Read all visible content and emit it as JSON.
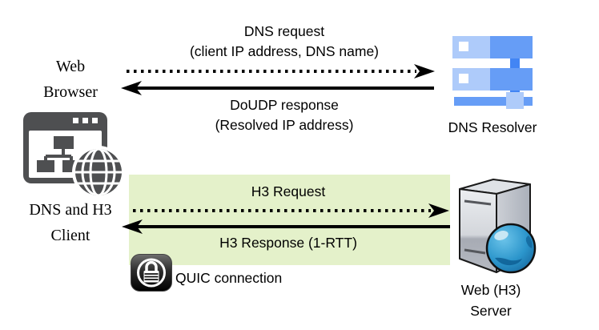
{
  "colors": {
    "background": "#ffffff",
    "quic_panel_green": "#e4f1ca",
    "arrow_black": "#000000",
    "client_icon_gray": "#4e4f51",
    "resolver_light_blue": "#aecbfa",
    "resolver_medium_blue": "#669df6",
    "resolver_accent_blue": "#4285f4",
    "server_gray_light": "#e2e4e8",
    "server_gray_dark": "#9aa0a9",
    "globe_blue": "#1b79b2"
  },
  "client": {
    "title_line1": "Web",
    "title_line2": "Browser",
    "subtitle_line1": "DNS and H3",
    "subtitle_line2": "Client"
  },
  "dns_exchange": {
    "request_title": "DNS request",
    "request_detail": "(client IP address, DNS name)",
    "response_title": "DoUDP response",
    "response_detail": "(Resolved IP address)"
  },
  "resolver": {
    "label": "DNS Resolver"
  },
  "h3_exchange": {
    "request_label": "H3 Request",
    "response_label": "H3 Response (1-RTT)",
    "connection_label": "QUIC connection"
  },
  "server": {
    "label_line1": "Web (H3)",
    "label_line2": "Server"
  },
  "icons": {
    "client": "browser-window-sitemap-globe-icon",
    "resolver": "server-rack-icon",
    "quic": "padlock-badge-icon",
    "server": "server-tower-globe-icon"
  }
}
